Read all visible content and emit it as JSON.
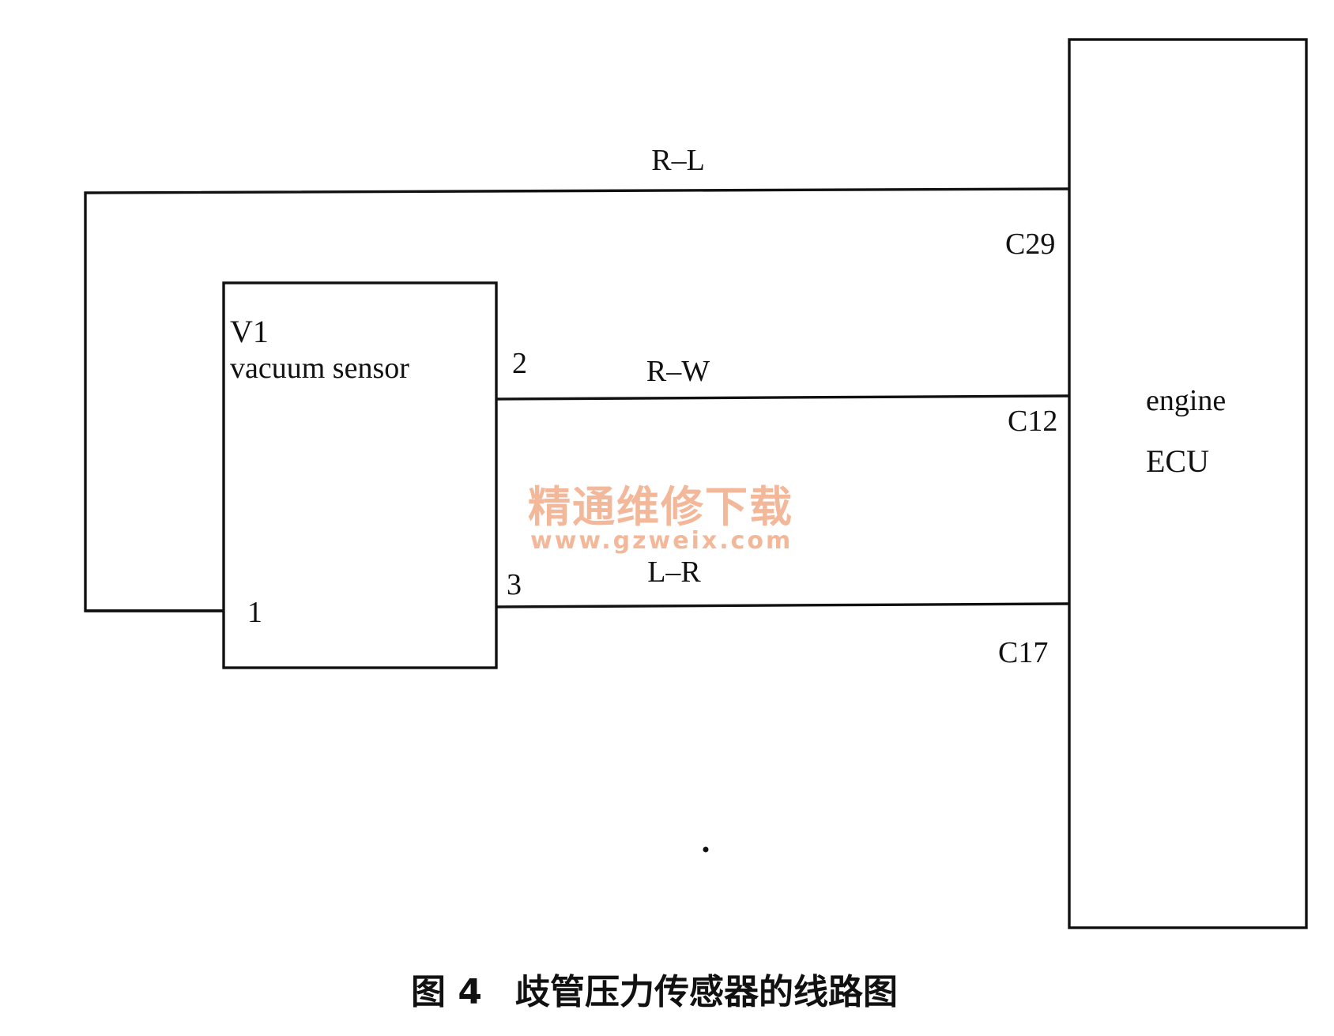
{
  "sensor": {
    "id_label": "V1",
    "name_label": "vacuum sensor",
    "pins": {
      "p1": "1",
      "p2": "2",
      "p3": "3"
    }
  },
  "ecu": {
    "line1": "engine",
    "line2": "ECU",
    "pins": {
      "c29": "C29",
      "c12": "C12",
      "c17": "C17"
    }
  },
  "wires": {
    "top": "R–L",
    "middle": "R–W",
    "bottom": "L–R"
  },
  "watermark": {
    "text_cn": "精通维修下载",
    "url": "www.gzweix.com",
    "color": "#f3b79a"
  },
  "caption": {
    "figure": "图 4",
    "title": "歧管压力传感器的线路图"
  }
}
